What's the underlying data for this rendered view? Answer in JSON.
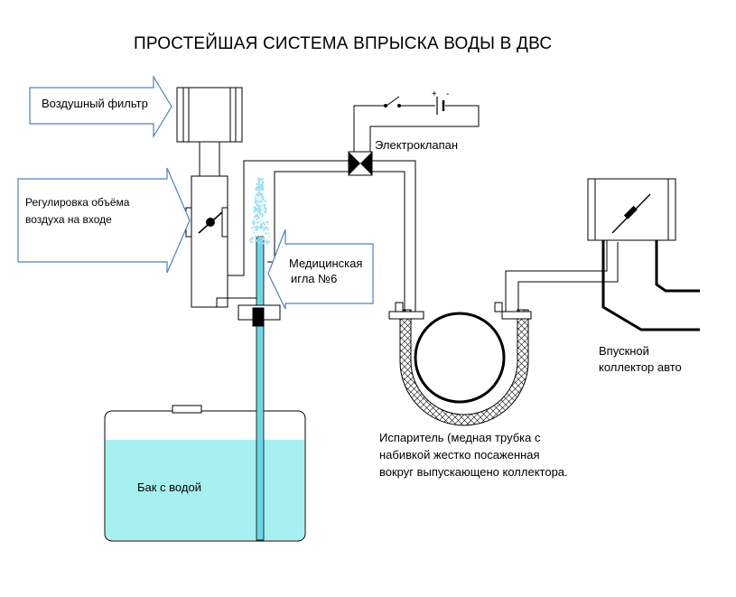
{
  "title": "ПРОСТЕЙШАЯ СИСТЕМА ВПРЫСКА ВОДЫ В ДВС",
  "labels": {
    "air_filter": "Воздушный фильтр",
    "air_volume_line1": "Регулировка объёма",
    "air_volume_line2": "воздуха на входе",
    "needle_line1": "Медицинская",
    "needle_line2": "игла №6",
    "solenoid_valve": "Электроклапан",
    "intake_line1": "Впускной",
    "intake_line2": "коллектор авто",
    "evaporator_line1": "Испаритель (медная трубка с",
    "evaporator_line2": "набивкой жестко посаженная",
    "evaporator_line3": "вокруг выпускающено коллектора.",
    "water_tank": "Бак с водой",
    "battery_plus": "+",
    "battery_minus": "-"
  },
  "colors": {
    "water": "#a6f0f2",
    "needle": "#6fd6e6",
    "spray": "#9fdff0",
    "arrow_stroke": "#4a82c4",
    "line": "#000000"
  }
}
